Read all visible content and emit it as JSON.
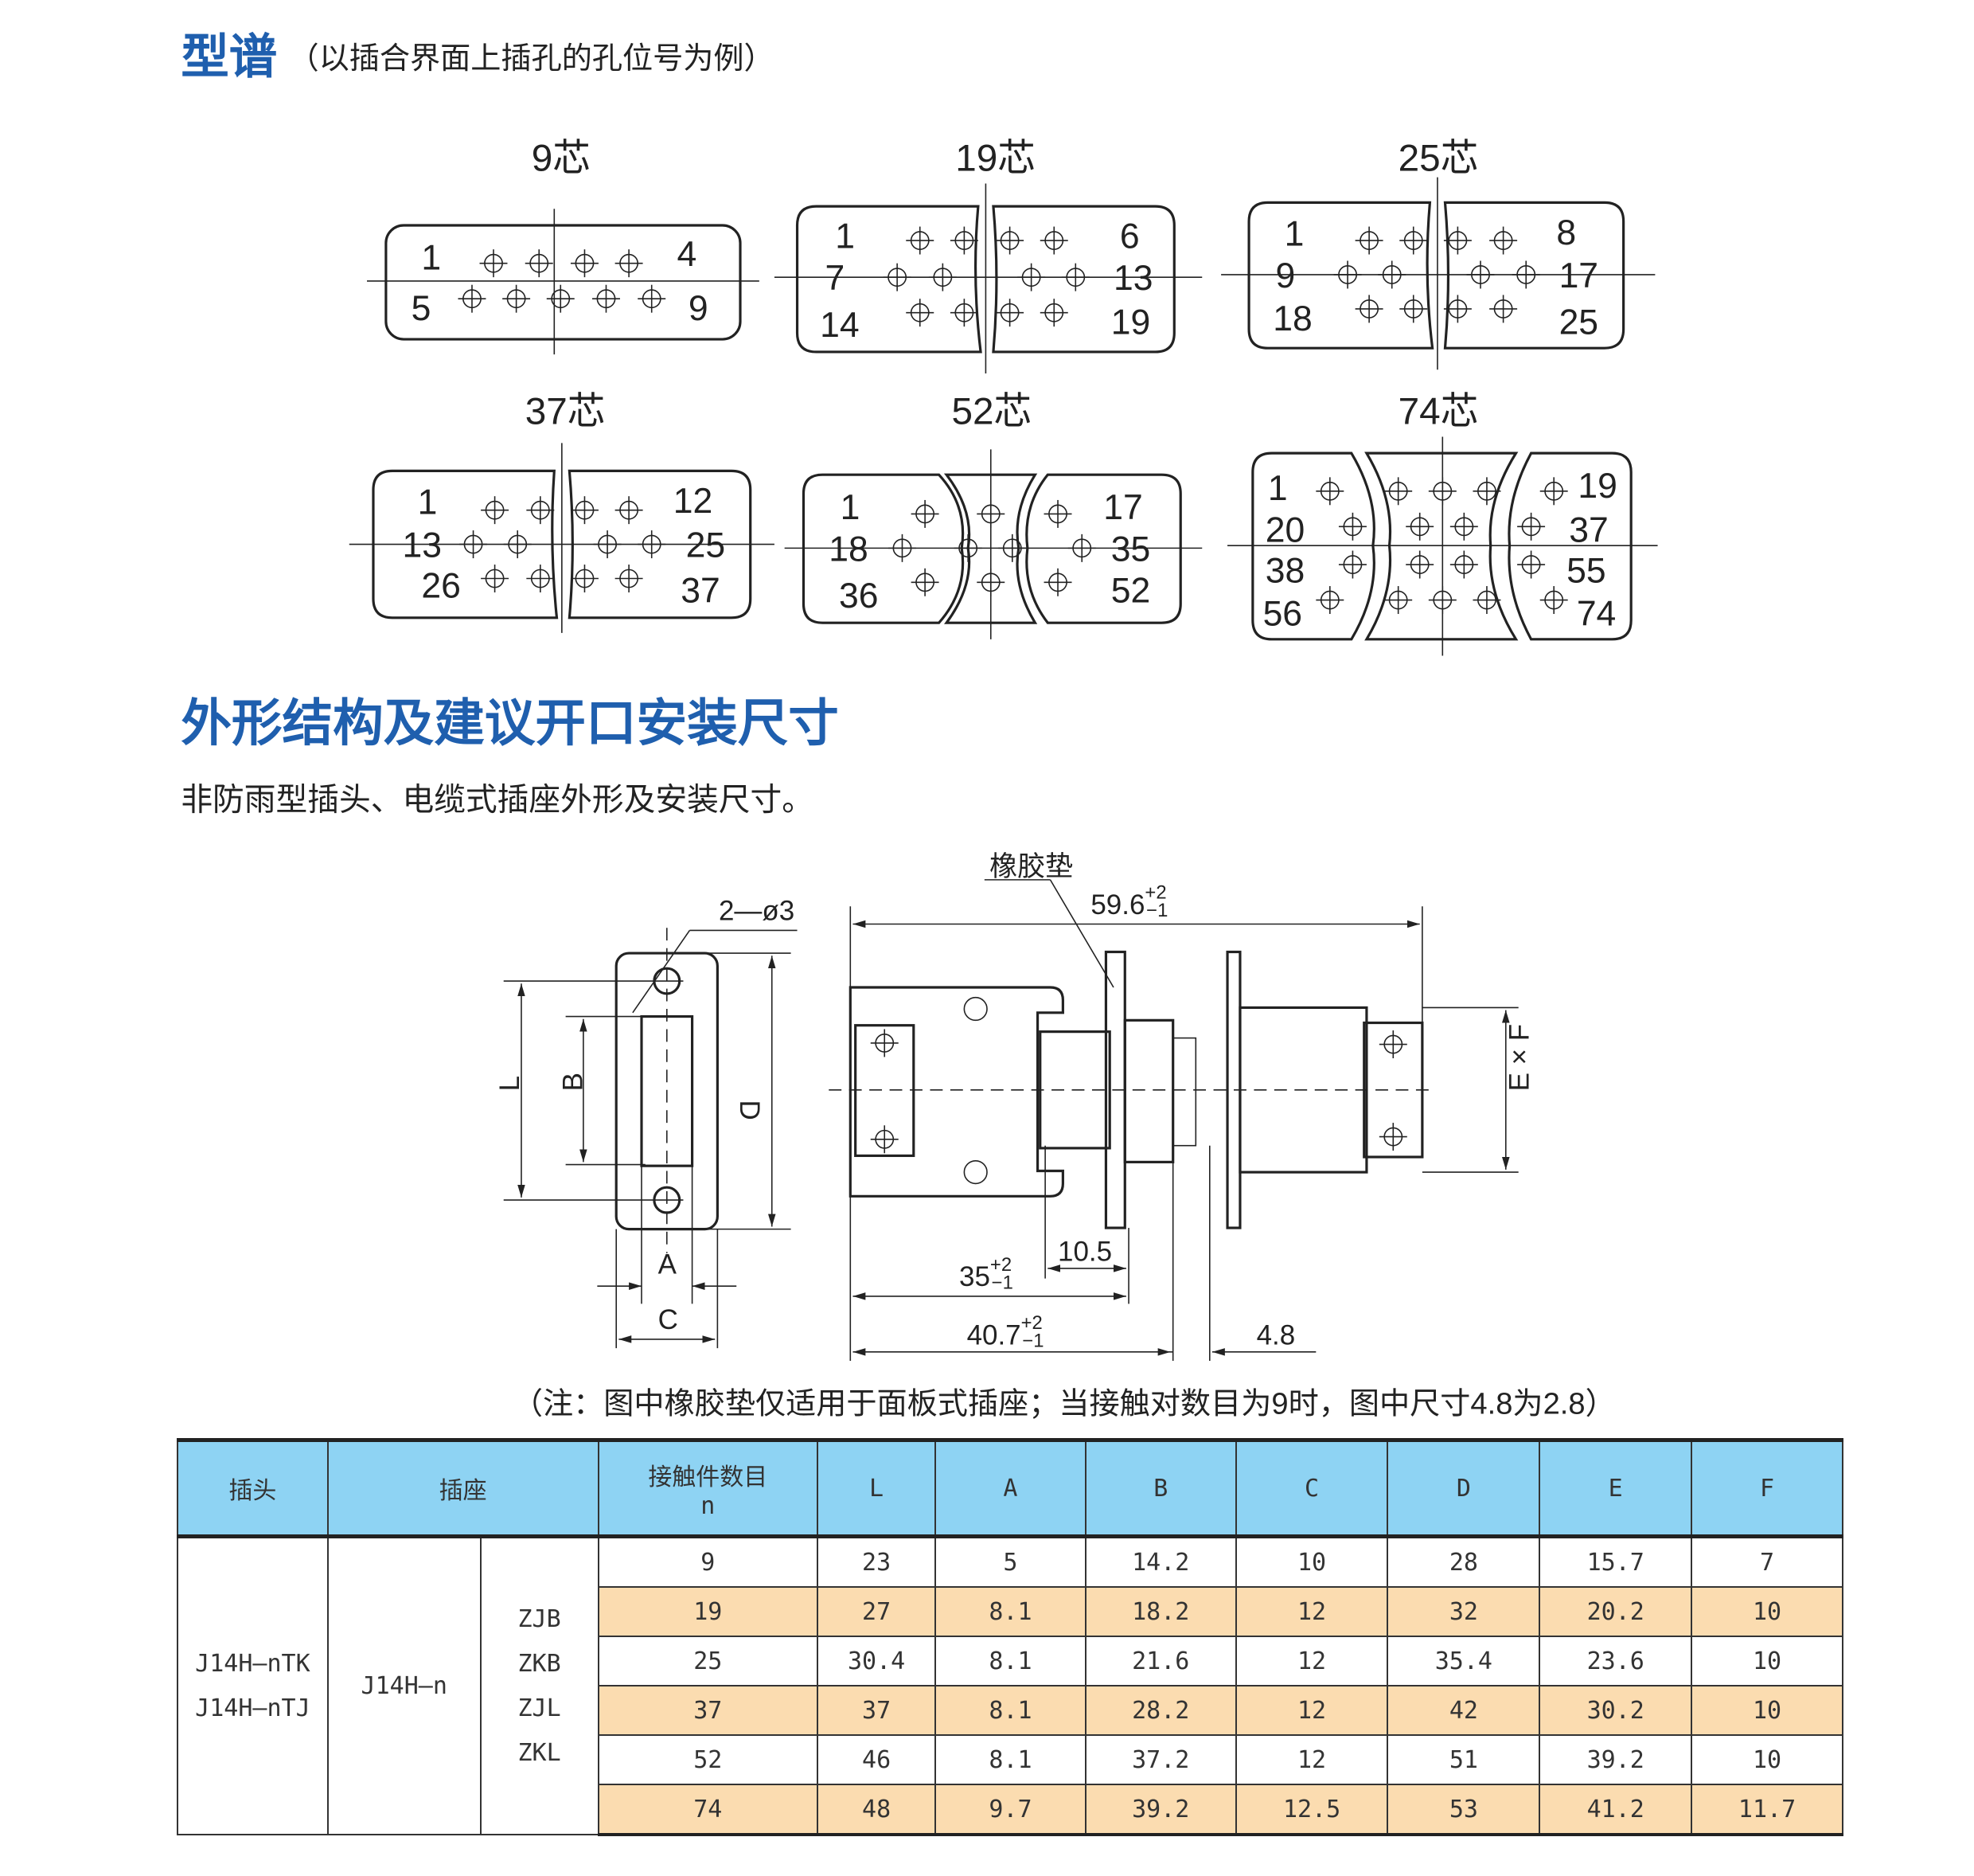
{
  "section1": {
    "title": "型谱",
    "subtitle": "（以插合界面上插孔的孔位号为例）"
  },
  "connectors": [
    {
      "title": "9芯",
      "labels": [
        "1",
        "4",
        "5",
        "9"
      ]
    },
    {
      "title": "19芯",
      "labels": [
        "1",
        "7",
        "14",
        "6",
        "13",
        "19"
      ]
    },
    {
      "title": "25芯",
      "labels": [
        "1",
        "9",
        "18",
        "8",
        "17",
        "25"
      ]
    },
    {
      "title": "37芯",
      "labels": [
        "1",
        "13",
        "26",
        "12",
        "25",
        "37"
      ]
    },
    {
      "title": "52芯",
      "labels": [
        "1",
        "18",
        "36",
        "17",
        "35",
        "52"
      ]
    },
    {
      "title": "74芯",
      "labels": [
        "1",
        "20",
        "38",
        "56",
        "19",
        "37",
        "55",
        "74"
      ]
    }
  ],
  "section2": {
    "title": "外形结构及建议开口安装尺寸",
    "description": "非防雨型插头、电缆式插座外形及安装尺寸。"
  },
  "drawing": {
    "hole_label": "2—ø3",
    "gasket_label": "橡胶垫",
    "dim_L": "L",
    "dim_B": "B",
    "dim_D": "D",
    "dim_A": "A",
    "dim_C": "C",
    "dim_ExF": "E × F",
    "dim_total": "59.6",
    "dim_total_tol_plus": "+2",
    "dim_total_tol_minus": "−1",
    "dim_35": "35",
    "dim_35_tol_plus": "+2",
    "dim_35_tol_minus": "−1",
    "dim_10_5": "10.5",
    "dim_40_7": "40.7",
    "dim_40_7_tol_plus": "+2",
    "dim_40_7_tol_minus": "−1",
    "dim_4_8": "4.8",
    "note": "（注：图中橡胶垫仅适用于面板式插座；当接触对数目为9时，图中尺寸4.8为2.8）"
  },
  "table": {
    "headers": {
      "plug": "插头",
      "socket": "插座",
      "count": "接触件数目",
      "count_sub": "n",
      "cols": [
        "L",
        "A",
        "B",
        "C",
        "D",
        "E",
        "F"
      ]
    },
    "plug_models": [
      "J14H—nTK",
      "J14H—nTJ"
    ],
    "socket_model": "J14H—n",
    "socket_types": [
      "ZJB",
      "ZKB",
      "ZJL",
      "ZKL"
    ],
    "rows": [
      {
        "n": "9",
        "L": "23",
        "A": "5",
        "B": "14.2",
        "C": "10",
        "D": "28",
        "E": "15.7",
        "F": "7"
      },
      {
        "n": "19",
        "L": "27",
        "A": "8.1",
        "B": "18.2",
        "C": "12",
        "D": "32",
        "E": "20.2",
        "F": "10"
      },
      {
        "n": "25",
        "L": "30.4",
        "A": "8.1",
        "B": "21.6",
        "C": "12",
        "D": "35.4",
        "E": "23.6",
        "F": "10"
      },
      {
        "n": "37",
        "L": "37",
        "A": "8.1",
        "B": "28.2",
        "C": "12",
        "D": "42",
        "E": "30.2",
        "F": "10"
      },
      {
        "n": "52",
        "L": "46",
        "A": "8.1",
        "B": "37.2",
        "C": "12",
        "D": "51",
        "E": "39.2",
        "F": "10"
      },
      {
        "n": "74",
        "L": "48",
        "A": "9.7",
        "B": "39.2",
        "C": "12.5",
        "D": "53",
        "E": "41.2",
        "F": "11.7"
      }
    ]
  },
  "colors": {
    "heading": "#1f5fae",
    "header_bg": "#8ed3f3",
    "row_alt": "#fbdcb0"
  }
}
